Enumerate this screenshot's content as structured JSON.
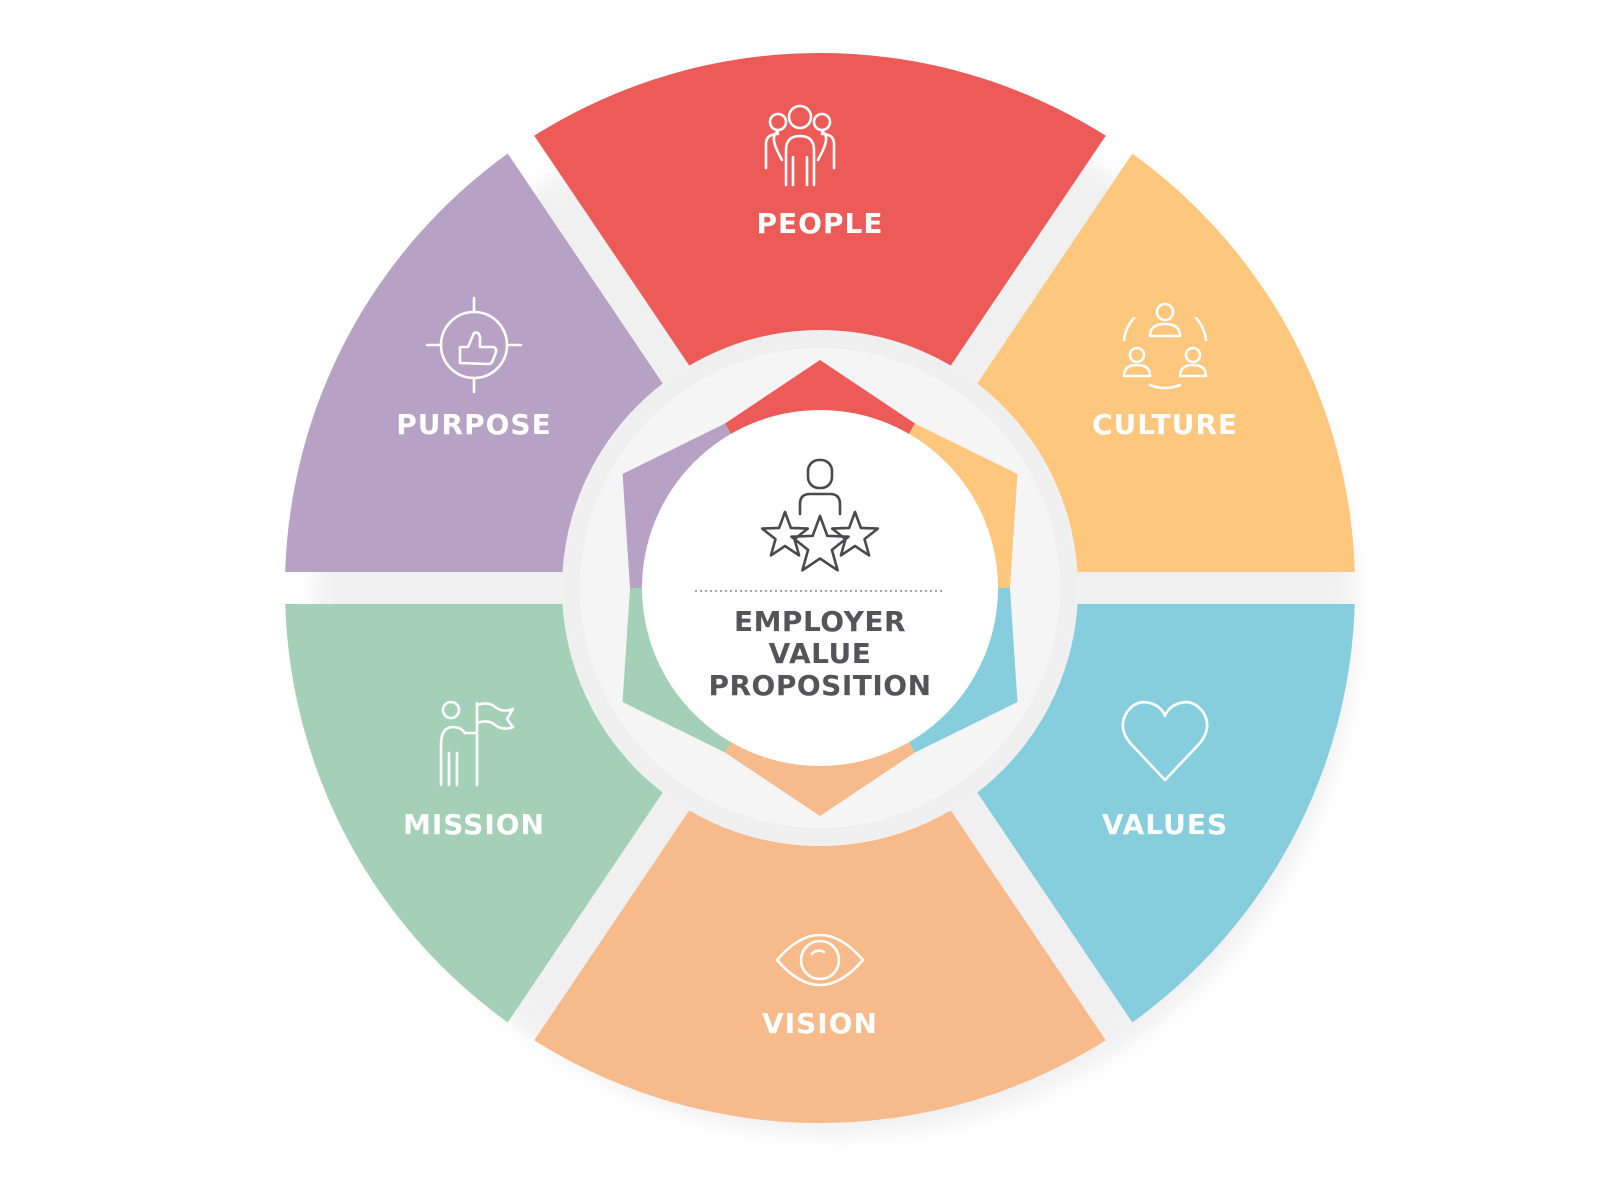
{
  "colors": {
    "people": "#EC5B58",
    "culture": "#FDC77E",
    "values": "#86CEDE",
    "vision": "#F7BA8A",
    "mission": "#A5D0B8",
    "purpose": "#B7A1C5",
    "center_text": "#555559"
  },
  "segments": [
    {
      "key": "people",
      "label": "PEOPLE",
      "icon": "people-group-icon"
    },
    {
      "key": "culture",
      "label": "CULTURE",
      "icon": "team-circle-icon"
    },
    {
      "key": "values",
      "label": "VALUES",
      "icon": "heart-icon"
    },
    {
      "key": "vision",
      "label": "VISION",
      "icon": "eye-icon"
    },
    {
      "key": "mission",
      "label": "MISSION",
      "icon": "person-flag-icon"
    },
    {
      "key": "purpose",
      "label": "PURPOSE",
      "icon": "target-thumbs-up-icon"
    }
  ],
  "center": {
    "lines": [
      "EMPLOYER",
      "VALUE",
      "PROPOSITION"
    ],
    "icon": "person-three-stars-icon"
  }
}
